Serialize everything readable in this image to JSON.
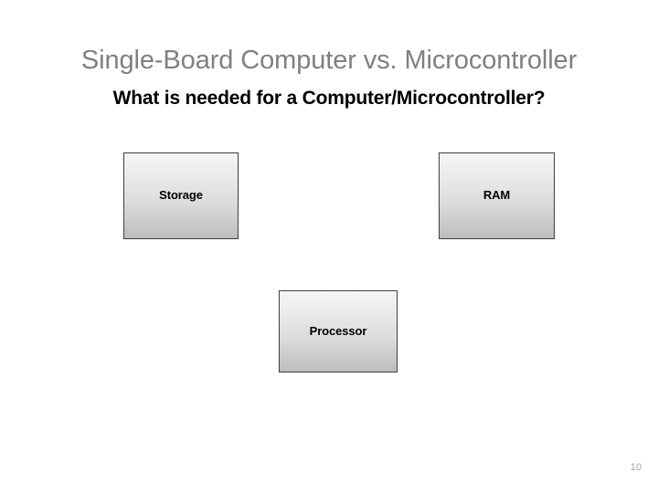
{
  "slide": {
    "title": "Single-Board Computer vs. Microcontroller",
    "subtitle": "What is needed for a Computer/Microcontroller?",
    "page_number": "10",
    "colors": {
      "title": "#808080",
      "subtitle": "#000000",
      "page_number": "#a6a6a6",
      "box_border": "#3f3f3f",
      "box_gradient_top": "#f5f5f5",
      "box_gradient_bottom": "#bdbdbd",
      "background": "#ffffff"
    },
    "diagram": {
      "boxes": [
        {
          "id": "storage",
          "label": "Storage"
        },
        {
          "id": "ram",
          "label": "RAM"
        },
        {
          "id": "processor",
          "label": "Processor"
        }
      ]
    }
  }
}
